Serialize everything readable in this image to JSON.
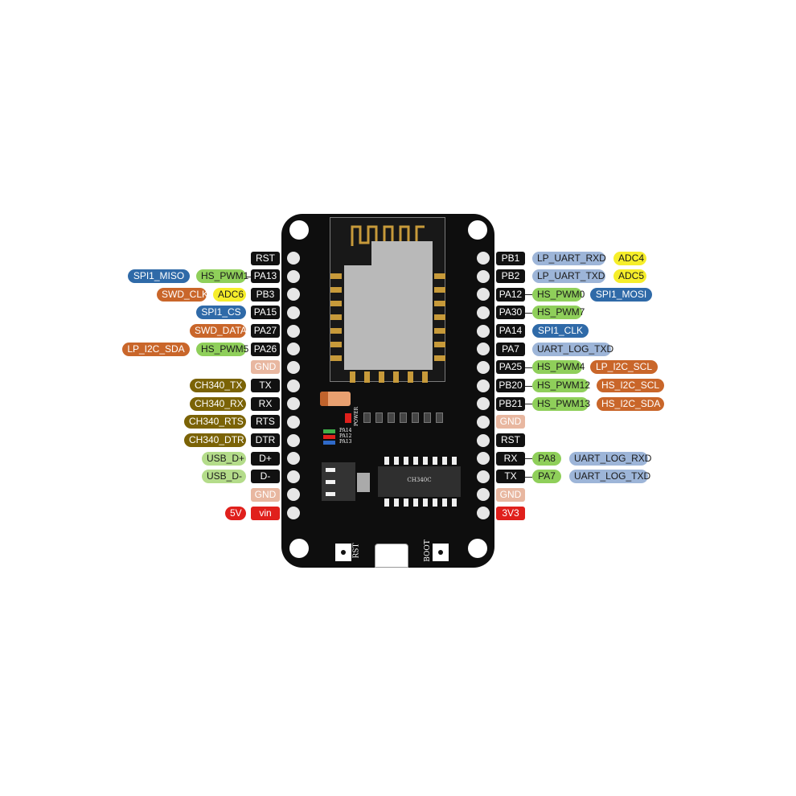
{
  "colors": {
    "spi": "#2f6aa8",
    "swd": "#c9662a",
    "pwm": "#8fcf5a",
    "adc": "#f6ee2a",
    "uart": "#9db5d8",
    "gnd": "#e8b7a0",
    "power": "#e0201c",
    "ch340": "#7b6306",
    "usb": "#b4dc8a",
    "pin": "#111111"
  },
  "board": {
    "chip_text": "CH340C",
    "led_power": "POWER",
    "led_pa14": "PA14",
    "led_pa12": "PA12",
    "led_pa13": "PA13",
    "btn_rst": "RST",
    "btn_boot": "BOOT"
  },
  "left_pins": [
    {
      "pin": "RST",
      "style": "pin",
      "funcs": []
    },
    {
      "pin": "PA13",
      "style": "pin",
      "funcs": [
        {
          "text": "HS_PWM1",
          "style": "pwm"
        },
        {
          "text": "SPI1_MISO",
          "style": "spi"
        }
      ]
    },
    {
      "pin": "PB3",
      "style": "pin",
      "funcs": [
        {
          "text": "ADC6",
          "style": "adc"
        },
        {
          "text": "SWD_CLK",
          "style": "swd"
        }
      ]
    },
    {
      "pin": "PA15",
      "style": "pin",
      "funcs": [
        {
          "text": "SPI1_CS",
          "style": "spi"
        }
      ]
    },
    {
      "pin": "PA27",
      "style": "pin",
      "funcs": [
        {
          "text": "SWD_DATA",
          "style": "swd"
        }
      ]
    },
    {
      "pin": "PA26",
      "style": "pin",
      "funcs": [
        {
          "text": "HS_PWM5",
          "style": "pwm"
        },
        {
          "text": "LP_I2C_SDA",
          "style": "swd"
        }
      ]
    },
    {
      "pin": "GND",
      "style": "gnd",
      "funcs": []
    },
    {
      "pin": "TX",
      "style": "pin",
      "funcs": [
        {
          "text": "CH340_TX",
          "style": "ch340"
        }
      ]
    },
    {
      "pin": "RX",
      "style": "pin",
      "funcs": [
        {
          "text": "CH340_RX",
          "style": "ch340"
        }
      ]
    },
    {
      "pin": "RTS",
      "style": "pin",
      "funcs": [
        {
          "text": "CH340_RTS",
          "style": "ch340"
        }
      ]
    },
    {
      "pin": "DTR",
      "style": "pin",
      "funcs": [
        {
          "text": "CH340_DTR",
          "style": "ch340"
        }
      ]
    },
    {
      "pin": "D+",
      "style": "pin",
      "funcs": [
        {
          "text": "USB_D+",
          "style": "usb"
        }
      ]
    },
    {
      "pin": "D-",
      "style": "pin",
      "funcs": [
        {
          "text": "USB_D-",
          "style": "usb"
        }
      ]
    },
    {
      "pin": "GND",
      "style": "gnd",
      "funcs": []
    },
    {
      "pin": "vin",
      "style": "power",
      "funcs": [
        {
          "text": "5V",
          "style": "power"
        }
      ]
    }
  ],
  "right_pins": [
    {
      "pin": "PB1",
      "style": "pin",
      "funcs": [
        {
          "text": "LP_UART_RXD",
          "style": "uart"
        },
        {
          "text": "ADC4",
          "style": "adc"
        }
      ]
    },
    {
      "pin": "PB2",
      "style": "pin",
      "funcs": [
        {
          "text": "LP_UART_TXD",
          "style": "uart"
        },
        {
          "text": "ADC5",
          "style": "adc"
        }
      ]
    },
    {
      "pin": "PA12",
      "style": "pin",
      "funcs": [
        {
          "text": "HS_PWM0",
          "style": "pwm"
        },
        {
          "text": "SPI1_MOSI",
          "style": "spi"
        }
      ]
    },
    {
      "pin": "PA30",
      "style": "pin",
      "funcs": [
        {
          "text": "HS_PWM7",
          "style": "pwm"
        }
      ]
    },
    {
      "pin": "PA14",
      "style": "pin",
      "funcs": [
        {
          "text": "SPI1_CLK",
          "style": "spi"
        }
      ]
    },
    {
      "pin": "PA7",
      "style": "pin",
      "funcs": [
        {
          "text": "UART_LOG_TXD",
          "style": "uart"
        }
      ]
    },
    {
      "pin": "PA25",
      "style": "pin",
      "funcs": [
        {
          "text": "HS_PWM4",
          "style": "pwm"
        },
        {
          "text": "LP_I2C_SCL",
          "style": "swd"
        }
      ]
    },
    {
      "pin": "PB20",
      "style": "pin",
      "funcs": [
        {
          "text": "HS_PWM12",
          "style": "pwm"
        },
        {
          "text": "HS_I2C_SCL",
          "style": "swd"
        }
      ]
    },
    {
      "pin": "PB21",
      "style": "pin",
      "funcs": [
        {
          "text": "HS_PWM13",
          "style": "pwm"
        },
        {
          "text": "HS_I2C_SDA",
          "style": "swd"
        }
      ]
    },
    {
      "pin": "GND",
      "style": "gnd",
      "funcs": []
    },
    {
      "pin": "RST",
      "style": "pin",
      "funcs": []
    },
    {
      "pin": "RX",
      "style": "pin",
      "funcs": [
        {
          "text": "PA8",
          "style": "pwm"
        },
        {
          "text": "UART_LOG_RXD",
          "style": "uart"
        }
      ]
    },
    {
      "pin": "TX",
      "style": "pin",
      "funcs": [
        {
          "text": "PA7",
          "style": "pwm"
        },
        {
          "text": "UART_LOG_TXD",
          "style": "uart"
        }
      ]
    },
    {
      "pin": "GND",
      "style": "gnd",
      "funcs": []
    },
    {
      "pin": "3V3",
      "style": "power",
      "funcs": []
    }
  ]
}
